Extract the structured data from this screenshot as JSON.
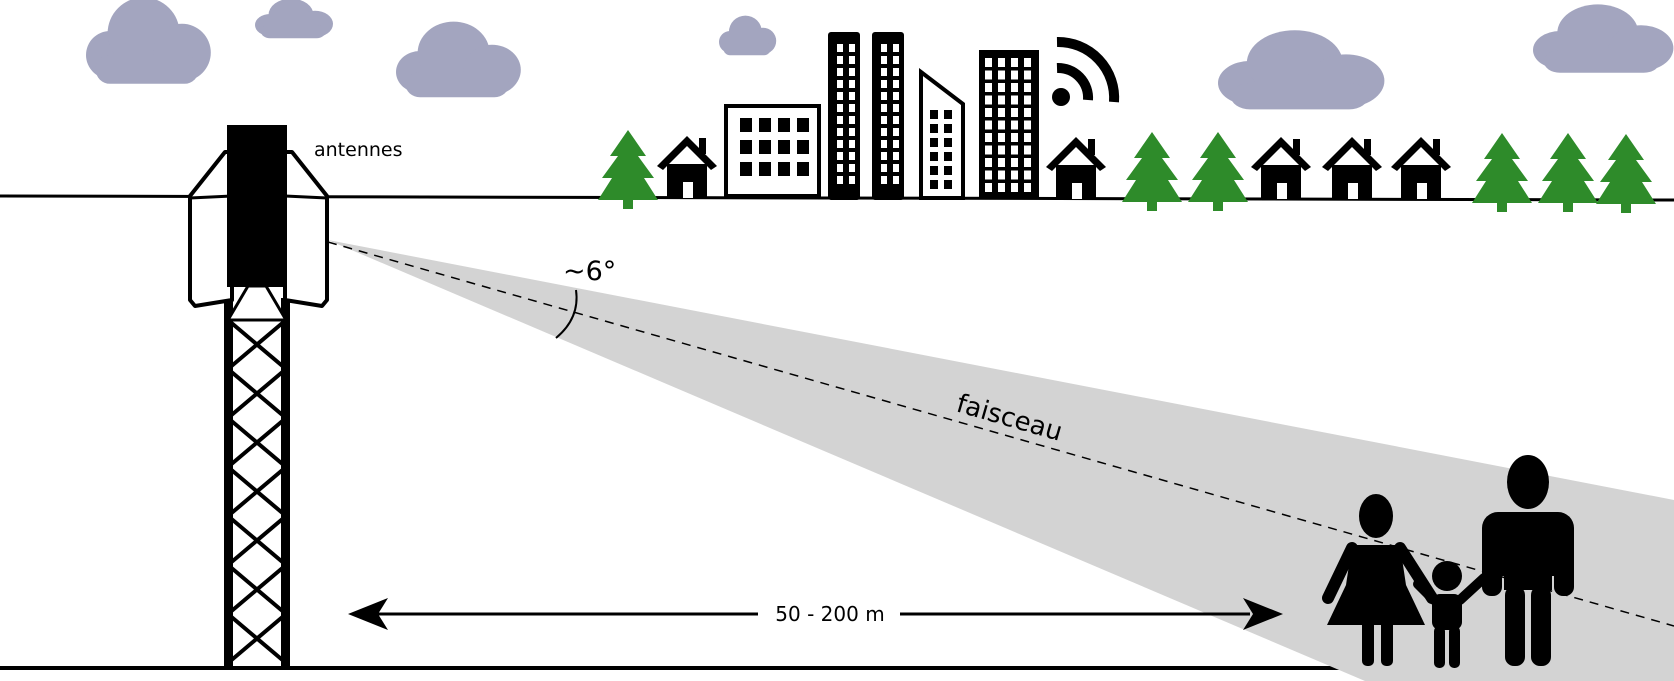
{
  "labels": {
    "antennas": "antennes",
    "angle": "~6°",
    "beam": "faisceau",
    "distance": "50 - 200 m"
  },
  "colors": {
    "cloud": "#a3a5bf",
    "tree": "#2e8b2a",
    "beam": "#d3d3d3",
    "ink": "#000000"
  }
}
